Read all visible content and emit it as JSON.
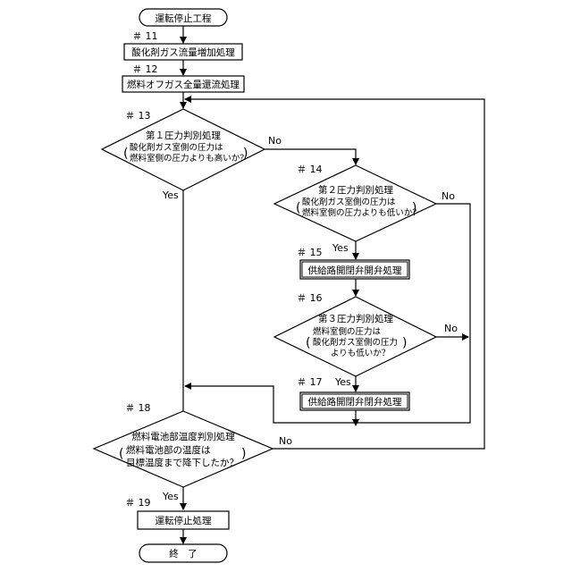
{
  "start": "運転停止工程",
  "end": "終　了",
  "steps": {
    "s11": "＃ 11",
    "s12": "＃ 12",
    "s13": "＃ 13",
    "s14": "＃ 14",
    "s15": "＃ 15",
    "s16": "＃ 16",
    "s17": "＃ 17",
    "s18": "＃ 18",
    "s19": "＃ 19"
  },
  "processes": {
    "p11": "酸化剤ガス流量増加処理",
    "p12": "燃料オフガス全量還流処理",
    "p15": "供給路開閉弁開弁処理",
    "p17": "供給路開閉弁閉弁処理",
    "p19": "運転停止処理"
  },
  "decisions": {
    "d13": {
      "title": "第１圧力判別処理",
      "lines": [
        "酸化剤ガス室側の圧力は",
        "燃料室側の圧力よりも高いか？"
      ]
    },
    "d14": {
      "title": "第２圧力判別処理",
      "lines": [
        "酸化剤ガス室側の圧力は",
        "燃料室側の圧力よりも低いか？"
      ]
    },
    "d16": {
      "title": "第３圧力判別処理",
      "lines": [
        "燃料室側の圧力は",
        "酸化剤ガス室側の圧力",
        "よりも低いか？"
      ]
    },
    "d18": {
      "title": "燃料電池部温度判別処理",
      "lines": [
        "燃料電池部の温度は",
        "目標温度まで降下したか？"
      ]
    }
  },
  "branches": {
    "d13_yes": "Yes",
    "d13_no": "No",
    "d14_yes": "Yes",
    "d14_no": "No",
    "d16_yes": "Yes",
    "d16_no": "No",
    "d18_yes": "Yes",
    "d18_no": "No"
  }
}
